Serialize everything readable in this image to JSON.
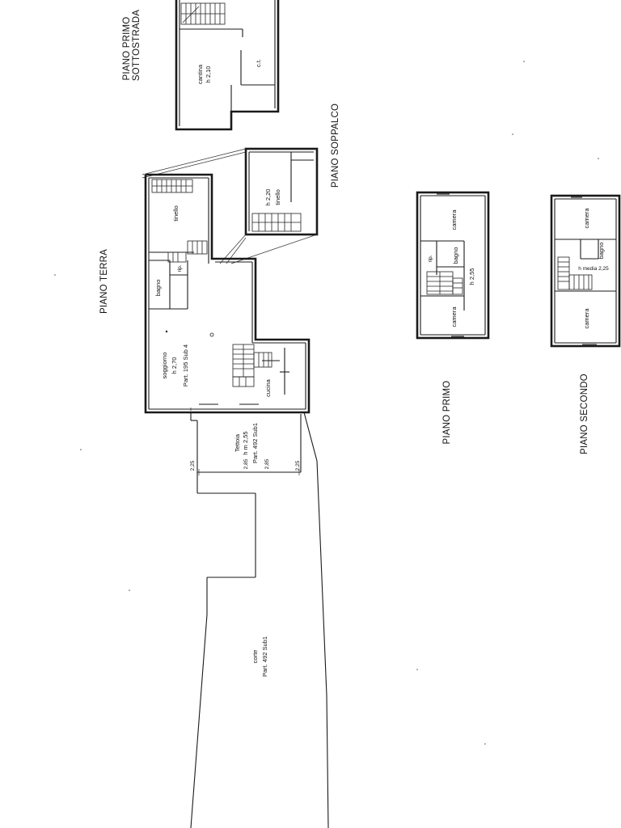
{
  "floors": {
    "primo_sottostrada": {
      "title_line1": "PIANO PRIMO",
      "title_line2": "SOTTOSTRADA"
    },
    "soppalco": {
      "title": "PIANO SOPPALCO"
    },
    "terra": {
      "title": "PIANO TERRA"
    },
    "primo": {
      "title": "PIANO PRIMO"
    },
    "secondo": {
      "title": "PIANO SECONDO"
    }
  },
  "rooms": {
    "cantina": "cantina",
    "cantina_h": "h 2,10",
    "ct": "c.t.",
    "soppalco_h": "h 2,20",
    "soppalco_tinello": "tinello",
    "tinello": "tinello",
    "bagno_terra": "bagno",
    "rip_terra": "rip.",
    "soggiorno": "soggiorno",
    "soggiorno_h": "h 2,70",
    "part_195": "Part. 195 Sub 4",
    "cucina": "cucina",
    "tettoia": "Tettoia",
    "tettoia_h": "h m 2,55",
    "part_492_tettoia": "Part. 492 Sub1",
    "h_285_a": "2,85",
    "h_285_b": "2,85",
    "h_225_a": "2,25",
    "h_225_b": "2,25",
    "corte": "corte",
    "part_492_corte": "Part. 492 Sub1",
    "camera_p1_top": "camera",
    "rip_p1": "rip.",
    "bagno_p1": "bagno",
    "p1_h": "h 2,55",
    "camera_p1_bottom": "camera",
    "camera_p2_top": "camera",
    "bagno_p2": "bagno",
    "p2_h": "h media 2,25",
    "camera_p2_bottom": "camera"
  }
}
